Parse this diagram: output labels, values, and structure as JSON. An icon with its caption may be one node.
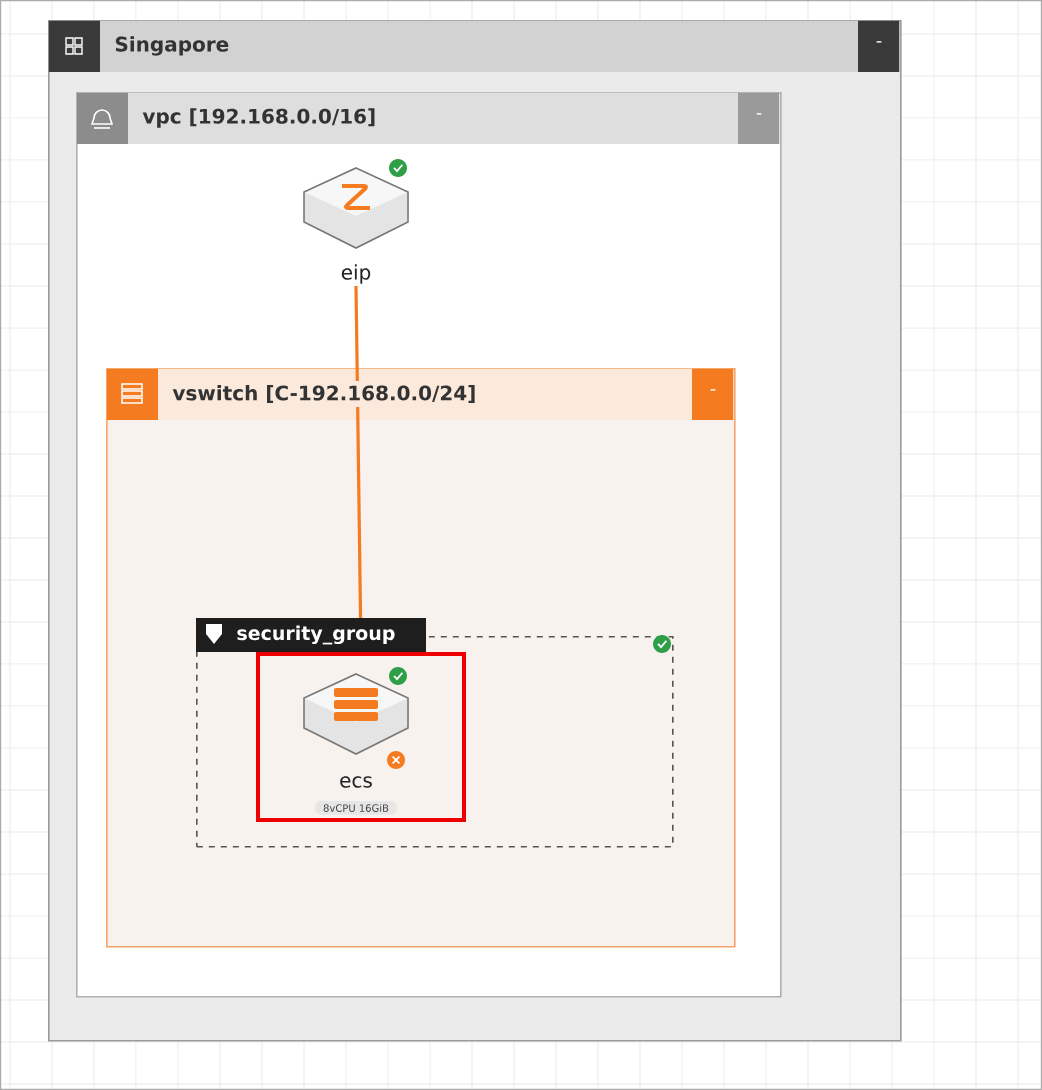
{
  "diagram": {
    "nodes": [
      {
        "text": [
          "Singapore"
        ]
      },
      {
        "text": [
          "vpc [192.168.0.0/16]"
        ],
        "in": 0
      },
      {
        "text": [
          "eip"
        ],
        "in": 1
      },
      {
        "text": [
          "vswitch [C-192.168.0.0/24]"
        ],
        "in": 1
      },
      {
        "text": [
          "security_group"
        ],
        "in": 3
      },
      {
        "text": [
          "ecs",
          "8vCPU 16GiB"
        ],
        "in": 4
      }
    ],
    "edges": [
      {
        "from": 2,
        "to": 5,
        "arrow": "none",
        "color": "#f47b20"
      }
    ],
    "labels": [
      "-",
      "-",
      "-"
    ]
  }
}
